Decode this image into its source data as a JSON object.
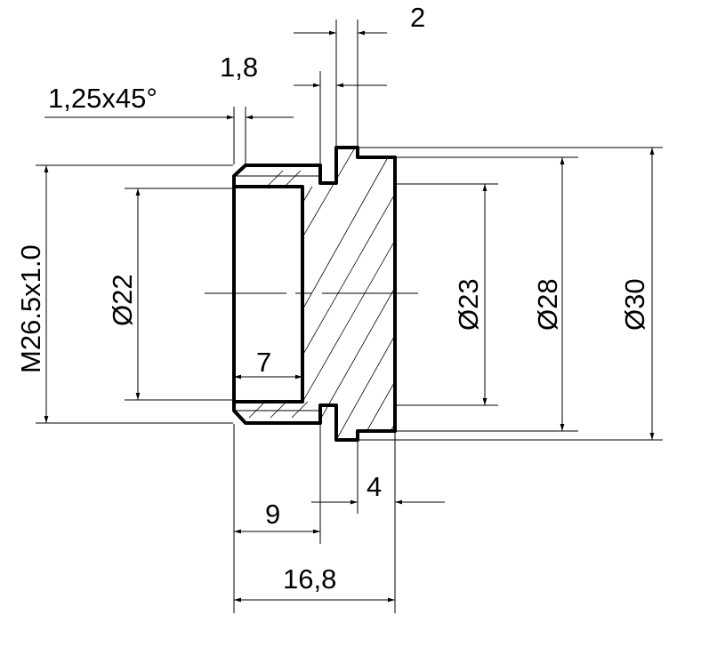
{
  "dimensions": {
    "top_width_2": "2",
    "groove_1_8": "1,8",
    "chamfer": "1,25x45°",
    "thread": "M26.5x1.0",
    "dia_22": "Ø22",
    "bore_depth_7": "7",
    "dia_23": "Ø23",
    "dia_28": "Ø28",
    "dia_30": "Ø30",
    "flange_4": "4",
    "length_9": "9",
    "total_16_8": "16,8"
  },
  "colors": {
    "line": "#000000",
    "background": "#ffffff"
  }
}
